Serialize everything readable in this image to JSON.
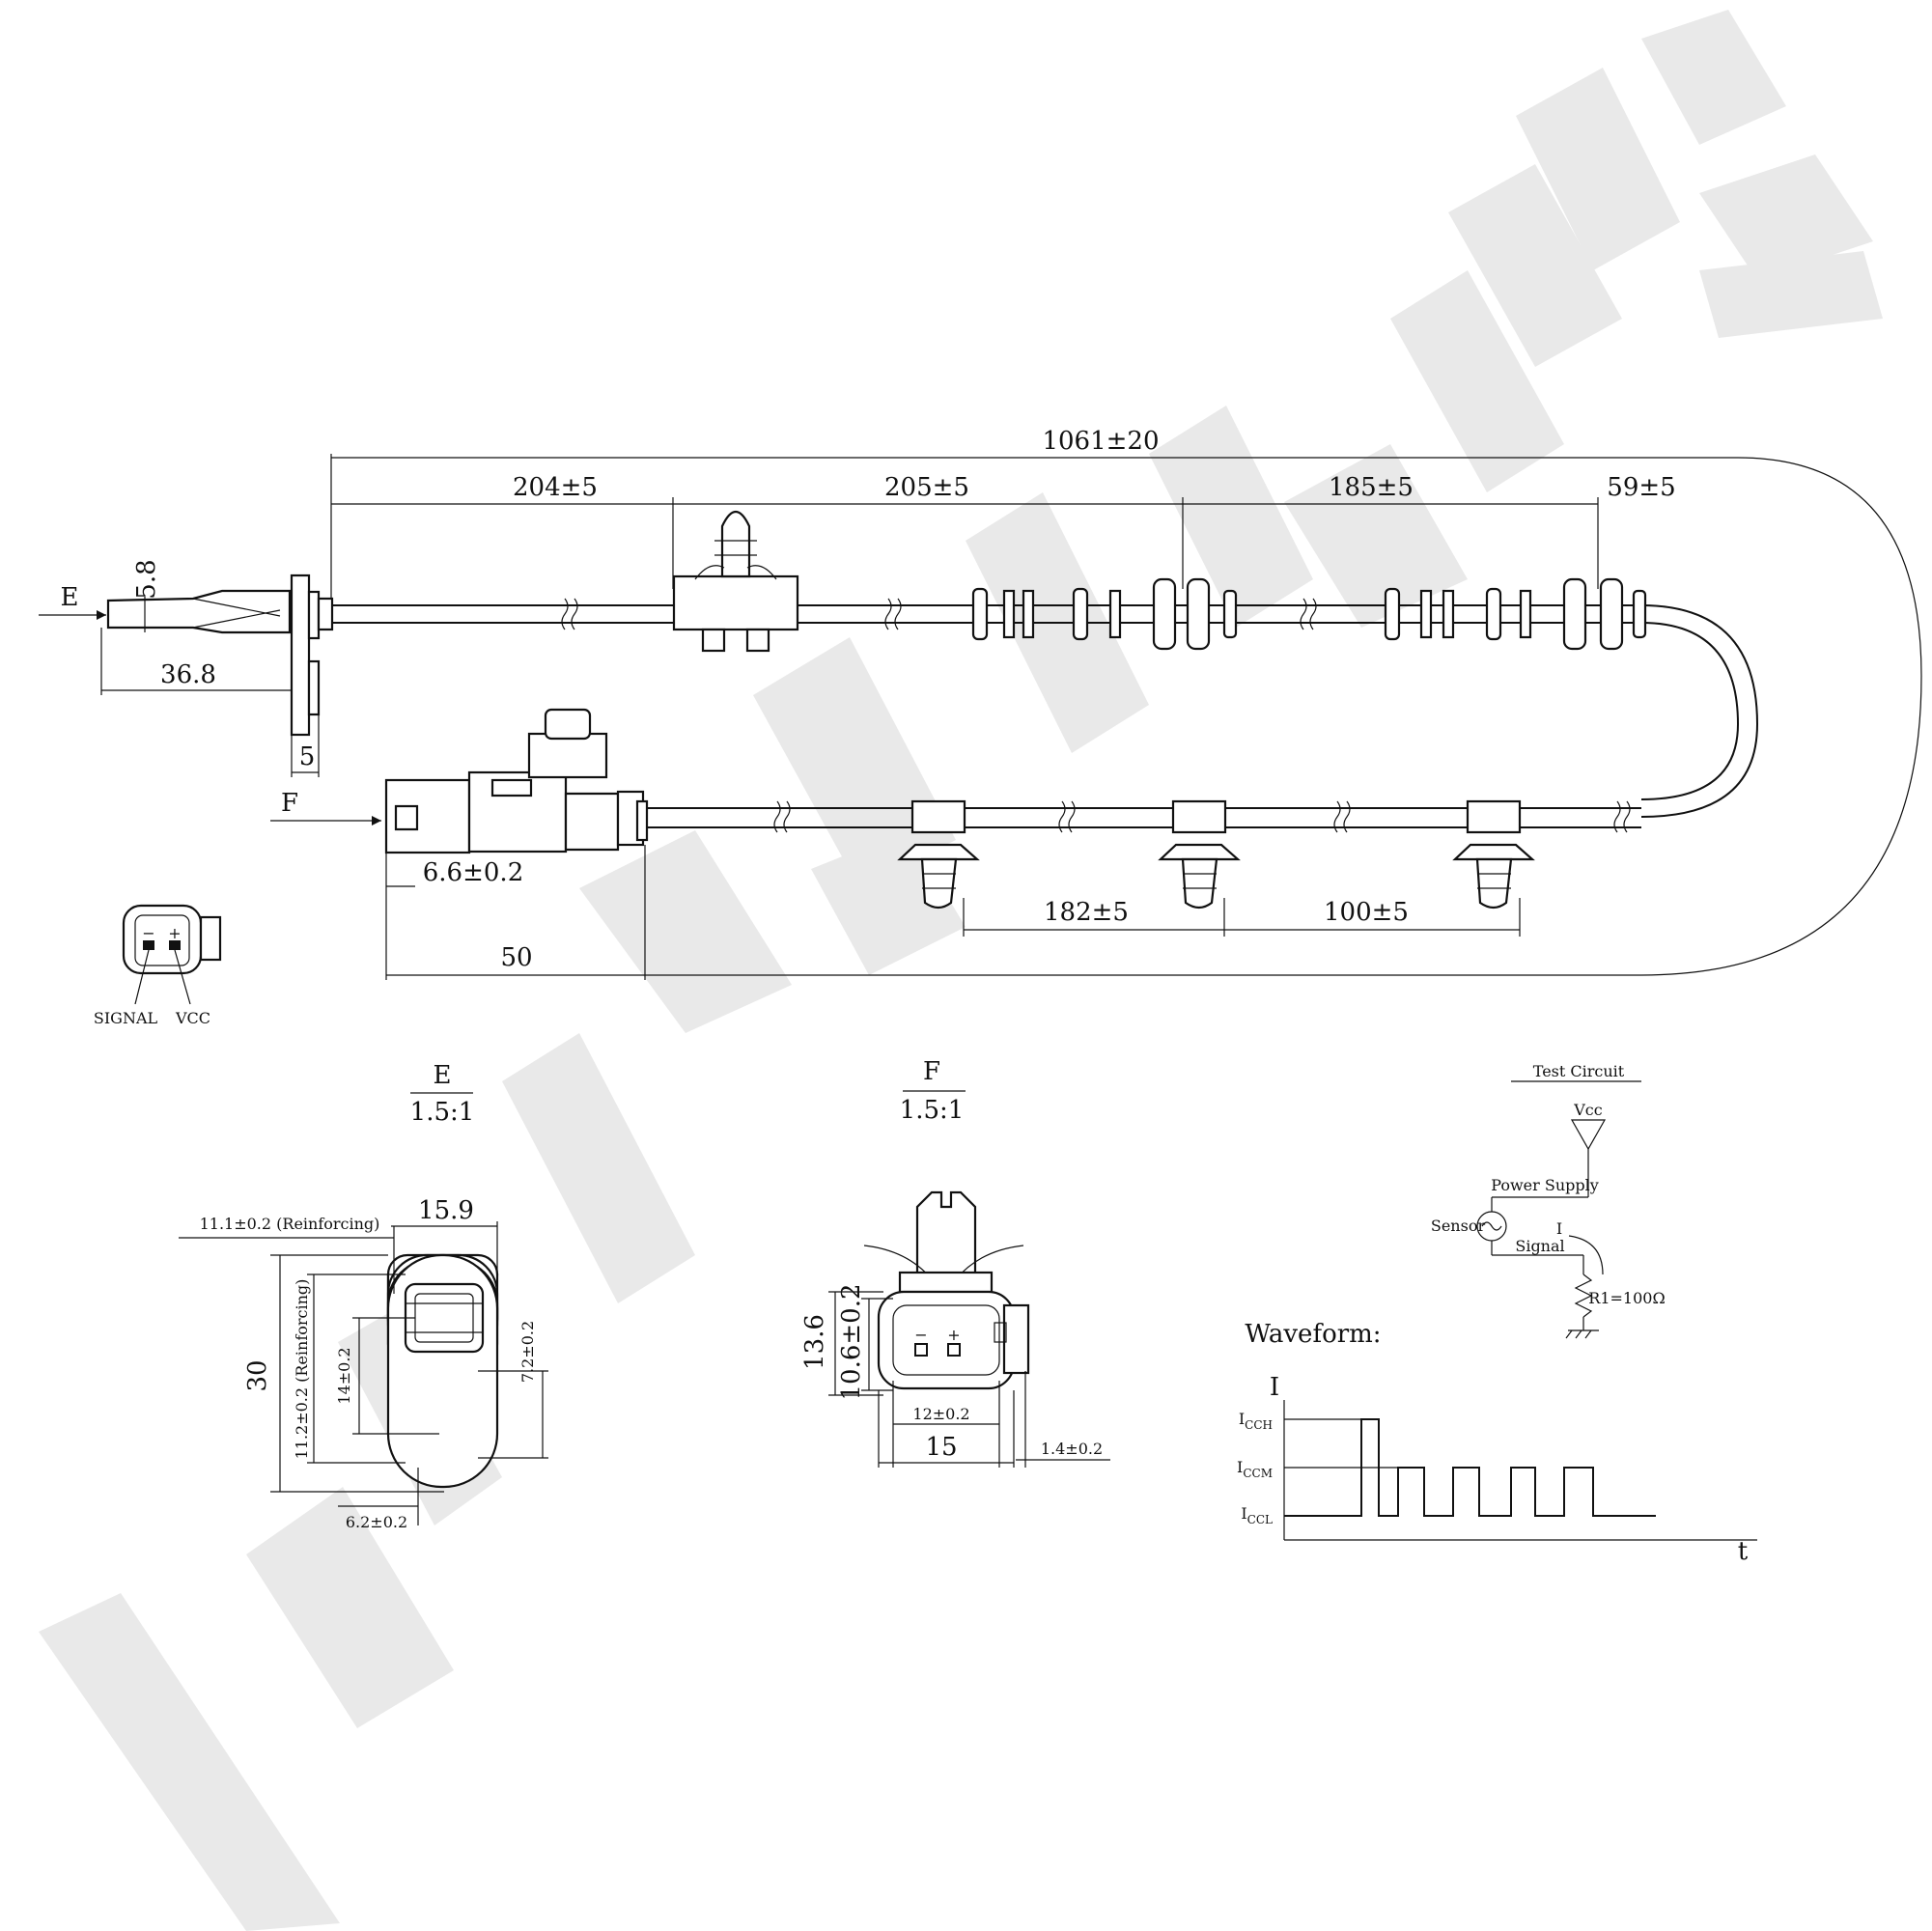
{
  "main_view": {
    "dimensions": {
      "overall_length": "1061±20",
      "seg_1": "204±5",
      "seg_2": "205±5",
      "seg_3": "185±5",
      "seg_4": "59±5",
      "seg_5": "182±5",
      "seg_6": "100±5",
      "head_height": "5.8",
      "head_length": "36.8",
      "flange": "5",
      "connector_offset": "6.6±0.2",
      "connector_length": "50"
    },
    "view_markers": {
      "e": "E",
      "f": "F"
    },
    "pinout": {
      "signal": "SIGNAL",
      "vcc": "VCC",
      "minus": "−",
      "plus": "+"
    }
  },
  "detail_e": {
    "label": "E",
    "scale": "1.5:1",
    "dimensions": {
      "reinforcing_width": "11.1±0.2 (Reinforcing)",
      "width": "15.9",
      "height": "30",
      "reinforcing_height": "11.2±0.2 (Reinforcing)",
      "hole_center": "14±0.2",
      "offset_right": "7.2±0.2",
      "bottom": "6.2±0.2"
    }
  },
  "detail_f": {
    "label": "F",
    "scale": "1.5:1",
    "dimensions": {
      "outer_height": "13.6",
      "inner_height": "10.6±0.2",
      "inner_width": "12±0.2",
      "width": "15",
      "latch": "1.4±0.2"
    },
    "pins": {
      "minus": "−",
      "plus": "+"
    }
  },
  "test_circuit": {
    "title": "Test Circuit",
    "vcc": "Vcc",
    "power_supply": "Power Supply",
    "sensor": "Sensor",
    "current": "I",
    "signal": "Signal",
    "resistor": "R1=100Ω"
  },
  "waveform": {
    "title": "Waveform:",
    "y_axis": "I",
    "x_axis": "t",
    "levels": [
      {
        "main": "I",
        "sub": "CCH"
      },
      {
        "main": "I",
        "sub": "CCM"
      },
      {
        "main": "I",
        "sub": "CCL"
      }
    ]
  },
  "watermark": {
    "text": "ZENWEK",
    "color": "#e9e9e9"
  }
}
